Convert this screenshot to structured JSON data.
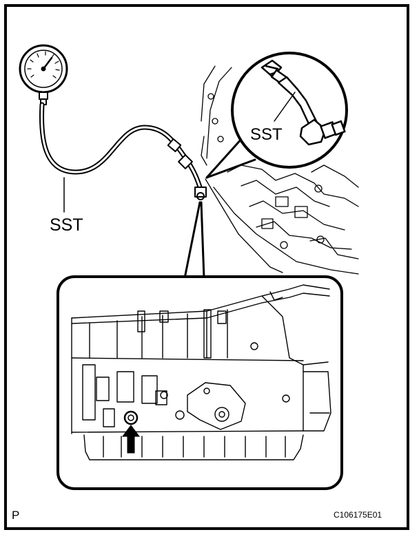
{
  "labels": {
    "sst_main": "SST",
    "sst_inset": "SST",
    "corner": "P",
    "figure_code": "C106175E01"
  },
  "colors": {
    "ink": "#000000",
    "paper": "#ffffff"
  },
  "icons": {
    "gauge": "pressure-gauge-icon",
    "arrow": "arrow-up-icon"
  }
}
